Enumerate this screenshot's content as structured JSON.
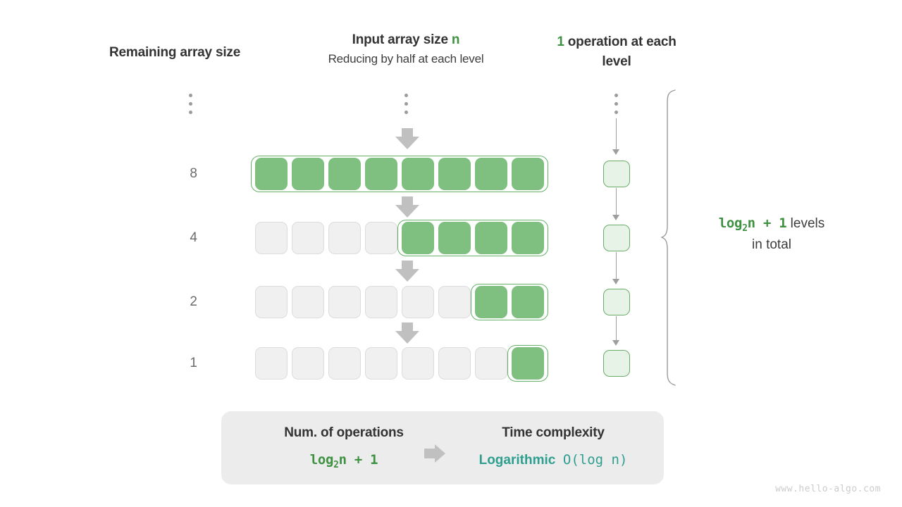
{
  "headers": {
    "left": "Remaining array size",
    "mid_title_pre": "Input array size ",
    "mid_title_accent": "n",
    "mid_subtitle": "Reducing by half at each level",
    "right_accent": "1",
    "right_rest": " operation at each level"
  },
  "levels": [
    {
      "label": "8",
      "filled": 8
    },
    {
      "label": "4",
      "filled": 4
    },
    {
      "label": "2",
      "filled": 2
    },
    {
      "label": "1",
      "filled": 1
    }
  ],
  "columns_total_cells": 8,
  "ellipsis": "⋮",
  "note": {
    "formula_pre": "log",
    "formula_sub": "2",
    "formula_post": "n + 1",
    "text_after": " levels",
    "line2": "in total"
  },
  "summary": {
    "left_title": "Num. of operations",
    "left_value_pre": "log",
    "left_value_sub": "2",
    "left_value_post": "n + 1",
    "right_title": "Time complexity",
    "right_value_word": "Logarithmic",
    "right_value_notation": "O(log n)"
  },
  "watermark": "www.hello-algo.com",
  "colors": {
    "green_fill": "#7fbf80",
    "green_border": "#65b168",
    "green_accent": "#3f9142",
    "light_green_fill": "#e7f3e7",
    "empty_fill": "#f0f0f0",
    "empty_border": "#dcdcdc",
    "arrow_grey": "#c0c0c0",
    "thin_arrow_grey": "#9e9e9e",
    "teal": "#2e9e8f",
    "panel_grey": "#ececec",
    "text_dark": "#333333",
    "label_grey": "#6b6b6b",
    "watermark_grey": "#cccccc"
  }
}
